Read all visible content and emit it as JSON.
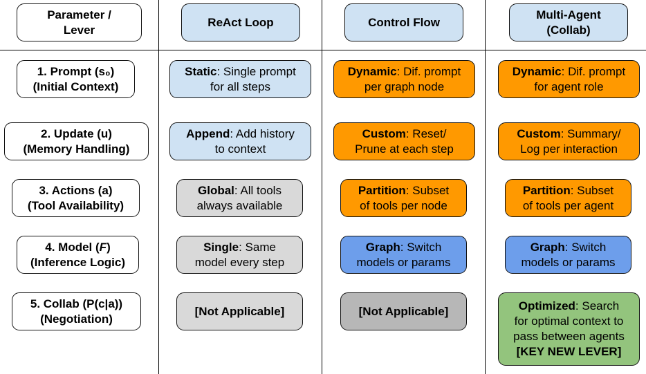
{
  "headers": {
    "parameter": [
      "Parameter /",
      "Lever"
    ],
    "react": "ReAct Loop",
    "control": "Control Flow",
    "multi": [
      "Multi-Agent",
      "(Collab)"
    ]
  },
  "levers": [
    [
      "1. Prompt (s₀)",
      "(Initial Context)"
    ],
    [
      "2. Update (u)",
      "(Memory Handling)"
    ],
    [
      "3. Actions (a)",
      "(Tool Availability)"
    ],
    [
      "4. Model (F)",
      "(Inference Logic)"
    ],
    [
      "5. Collab (P(c|a))",
      "(Negotiation)"
    ]
  ],
  "react": [
    {
      "bold": "Static",
      "line1": ": Single prompt",
      "line2": "for all steps"
    },
    {
      "bold": "Append",
      "line1": ": Add history",
      "line2": "to context"
    },
    {
      "bold": "Global",
      "line1": ": All tools",
      "line2": "always available"
    },
    {
      "bold": "Single",
      "line1": ": Same",
      "line2": "model every step"
    },
    {
      "bold": "[Not Applicable]",
      "line1": "",
      "line2": ""
    }
  ],
  "control": [
    {
      "bold": "Dynamic",
      "line1": ": Dif. prompt",
      "line2": "per graph node"
    },
    {
      "bold": "Custom",
      "line1": ": Reset/",
      "line2": "Prune at each step"
    },
    {
      "bold": "Partition",
      "line1": ": Subset",
      "line2": "of tools per node"
    },
    {
      "bold": "Graph",
      "line1": ": Switch",
      "line2": "models or params"
    },
    {
      "bold": "[Not Applicable]",
      "line1": "",
      "line2": ""
    }
  ],
  "multi": [
    {
      "bold": "Dynamic",
      "line1": ": Dif. prompt",
      "line2": "for agent role"
    },
    {
      "bold": "Custom",
      "line1": ": Summary/",
      "line2": "Log per interaction"
    },
    {
      "bold": "Partition",
      "line1": ": Subset",
      "line2": "of tools per agent"
    },
    {
      "bold": "Graph",
      "line1": ": Switch",
      "line2": "models or params"
    },
    {
      "bold": "Optimized",
      "line1": ": Search",
      "line2": "for optimal context to",
      "line3": "pass between agents",
      "line4": "[KEY NEW LEVER]"
    }
  ],
  "colors": {
    "light_blue": "#cfe2f3",
    "orange": "#ff9900",
    "light_gray": "#d9d9d9",
    "gray": "#b7b7b7",
    "medium_blue": "#6d9eeb",
    "green": "#93c47d"
  }
}
